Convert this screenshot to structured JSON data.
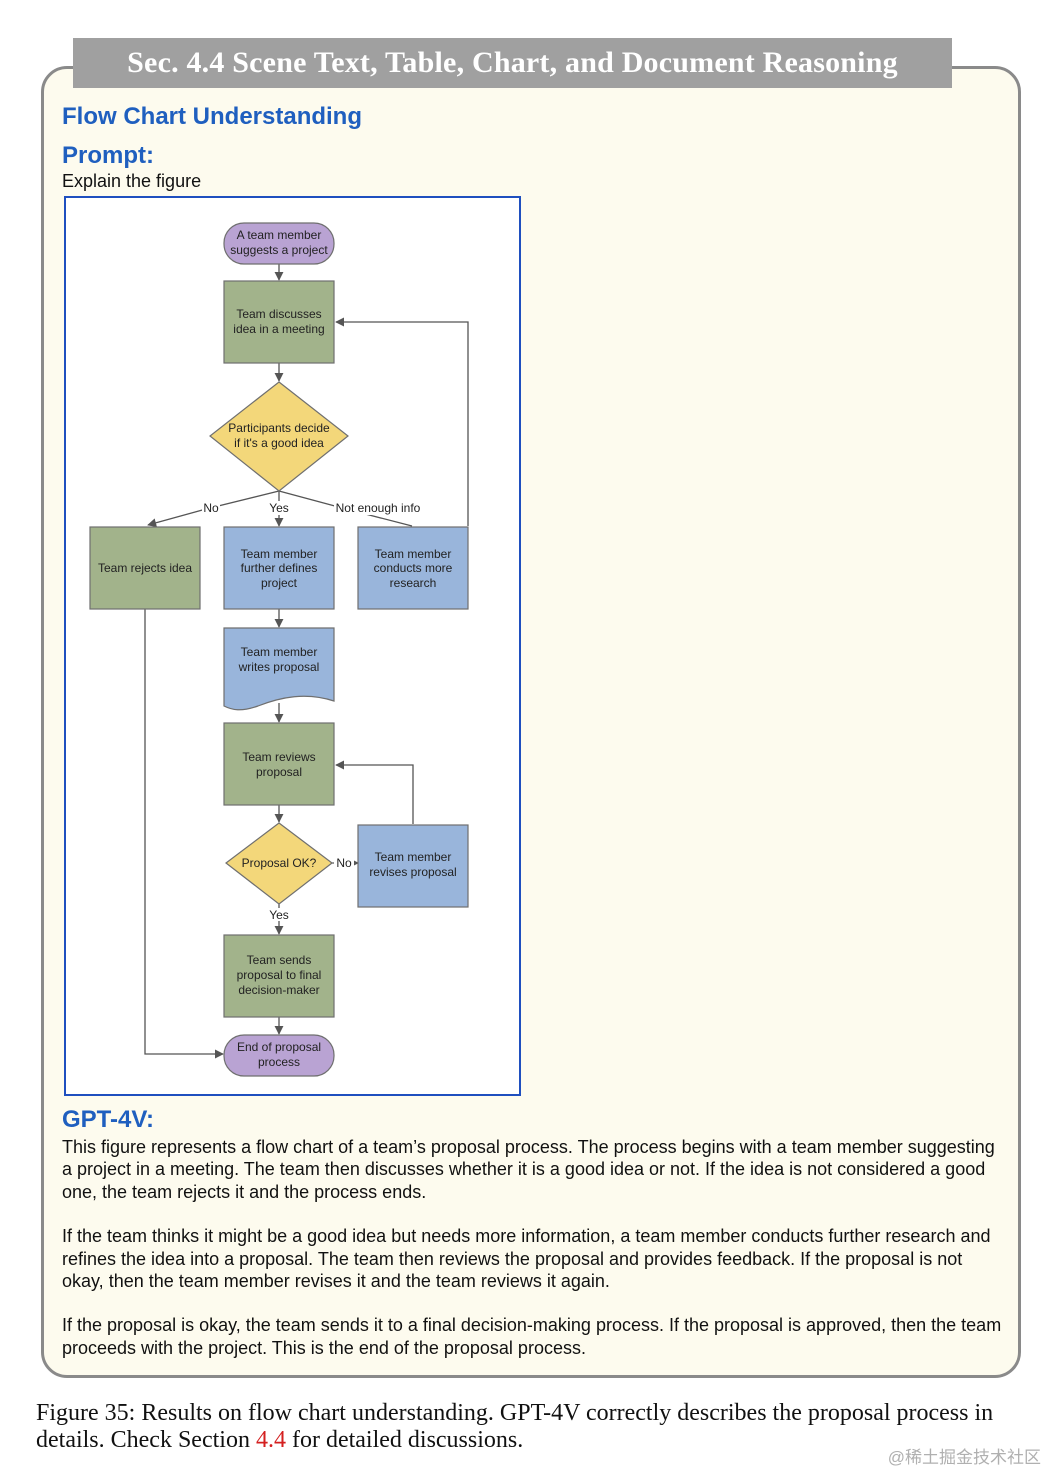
{
  "header": {
    "title": "Sec. 4.4 Scene Text, Table, Chart, and Document Reasoning"
  },
  "section": {
    "title": "Flow Chart Understanding"
  },
  "prompt": {
    "label": "Prompt:",
    "text": "Explain the figure"
  },
  "flowchart": {
    "nodes": {
      "start": [
        "A team member",
        "suggests a project"
      ],
      "discuss": [
        "Team discusses",
        "idea in a meeting"
      ],
      "decide": [
        "Participants decide",
        "if it's a good idea"
      ],
      "reject": [
        "Team rejects idea"
      ],
      "define": [
        "Team member",
        "further defines",
        "project"
      ],
      "research": [
        "Team member",
        "conducts more",
        "research"
      ],
      "write": [
        "Team member",
        "writes proposal"
      ],
      "review": [
        "Team reviews",
        "proposal"
      ],
      "ok": [
        "Proposal OK?"
      ],
      "revise": [
        "Team member",
        "revises proposal"
      ],
      "send": [
        "Team sends",
        "proposal to final",
        "decision-maker"
      ],
      "end": [
        "End of proposal",
        "process"
      ]
    },
    "edge_labels": {
      "no": "No",
      "yes": "Yes",
      "not_enough": "Not enough info",
      "no2": "No",
      "yes2": "Yes"
    },
    "colors": {
      "oval": "#b9a3d3",
      "green": "#a2b38b",
      "diamond": "#f3d77a",
      "blue": "#99b5db",
      "stroke": "#6f6f6f",
      "arrow": "#555555"
    }
  },
  "answer": {
    "label": "GPT-4V:",
    "paragraphs": [
      "This figure represents a flow chart of a team’s proposal process. The process begins with a team member suggesting a project in a meeting. The team then discusses whether it is a good idea or not. If the idea is not considered a good one, the team rejects it and the process ends.",
      "If the team thinks it might be a good idea but needs more information, a team member conducts further research and refines the idea into a proposal. The team then reviews the proposal and provides feedback. If the proposal is not okay, then the team member revises it and the team reviews it again.",
      "If the proposal is okay, the team sends it to a final decision-making process. If the proposal is approved, then the team proceeds with the project. This is the end of the proposal process."
    ]
  },
  "caption": {
    "prefix": "Figure 35: Results on flow chart understanding. GPT-4V correctly describes the proposal process in details. Check Section ",
    "ref": "4.4",
    "suffix": " for detailed discussions."
  },
  "watermark": "@稀土掘金技术社区"
}
